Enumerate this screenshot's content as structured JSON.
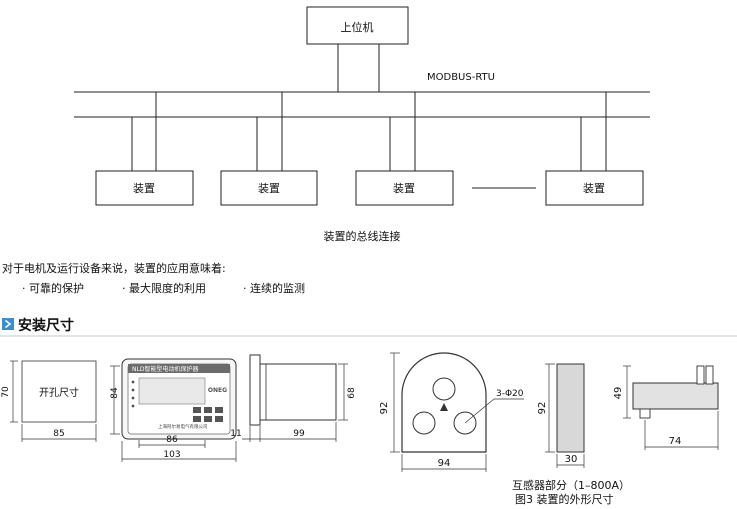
{
  "topology": {
    "host_label": "上位机",
    "bus_label": "MODBUS-RTU",
    "devices": [
      "装置",
      "装置",
      "装置",
      "装置"
    ],
    "caption": "装置的总线连接"
  },
  "intro": {
    "sentence": "对于电机及运行设备来说，装置的应用意味着:",
    "bullets": [
      "· 可靠的保护",
      "· 最大限度的利用",
      "· 连续的监测"
    ]
  },
  "section": {
    "title": "安装尺寸"
  },
  "dimensions": {
    "cutout_label": "开孔尺寸",
    "cutout_h": "70",
    "cutout_w": "85",
    "front_h": "84",
    "front_w1": "86",
    "front_w2": "103",
    "panel_title": "NLD智能型电动机保护器",
    "panel_brand": "ONEG",
    "panel_maker": "上海阿尔易电气有限公司",
    "side_left": "11",
    "side_w": "99",
    "side_h": "68",
    "ct_h": "92",
    "ct_w": "94",
    "ct_hole": "3-Φ20",
    "ct_side_h": "92",
    "ct_side_w": "30",
    "rail_h": "49",
    "rail_w": "74",
    "ct_caption": "互感器部分（1–800A）",
    "figure_caption": "图3  装置的外形尺寸"
  }
}
